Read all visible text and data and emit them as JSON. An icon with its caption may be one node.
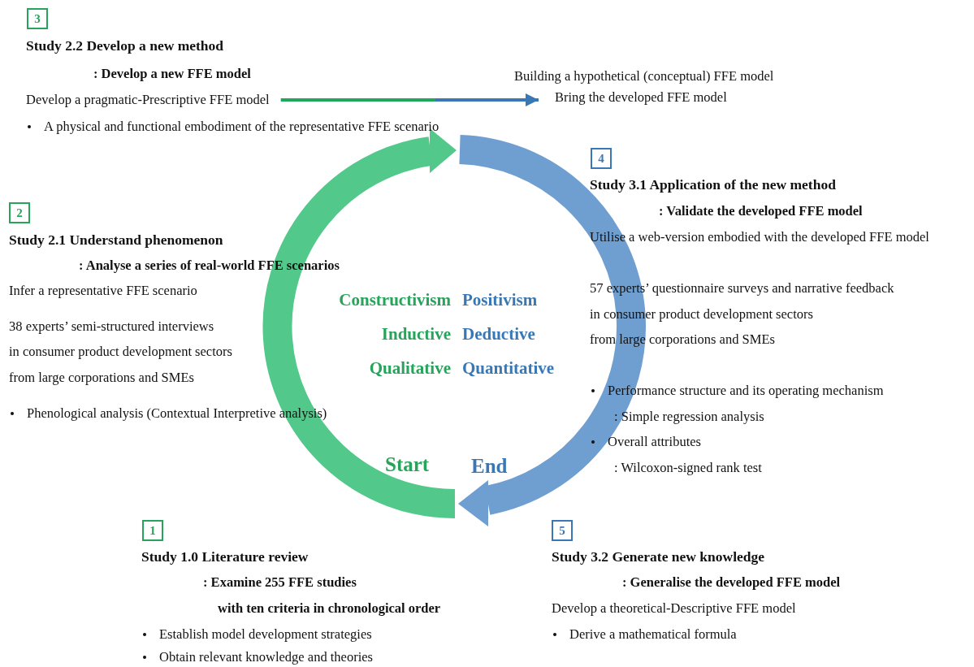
{
  "diagram": {
    "nodes": [
      {
        "text": [
          "3"
        ],
        "beside": [
          "Study 2.2 Develop a new method"
        ]
      },
      {
        "text": [
          "Develop a pragmatic-Prescriptive FFE model"
        ]
      },
      {
        "text": [
          "Bring the developed FFE model"
        ]
      },
      {
        "text": [
          "4"
        ],
        "beside": [
          "Study 3.1 Application of the new method"
        ]
      },
      {
        "text": [
          "2"
        ],
        "beside": [
          "Study 2.1 Understand phenomenon"
        ]
      },
      {
        "text": [
          "1"
        ],
        "beside": [
          "Study 1.0 Literature review"
        ]
      },
      {
        "text": [
          "5"
        ],
        "beside": [
          "Study 3.2 Generate new knowledge"
        ]
      }
    ],
    "edges": [
      {
        "from": 1,
        "to": 2,
        "arrow": "to"
      }
    ],
    "labels": [
      ": Develop a new FFE model",
      "Building a hypothetical (conceptual) FFE model",
      "A physical and functional embodiment of the representative FFE scenario",
      ": Validate the developed FFE model",
      "Utilise a web-version embodied with the developed FFE model",
      "57 experts’ questionnaire surveys and narrative feedback",
      "in consumer product development sectors",
      "from large corporations and SMEs",
      "Performance structure and its operating mechanism",
      ": Simple regression analysis",
      "Overall attributes",
      ": Wilcoxon-signed rank test",
      ": Analyse a series of real-world FFE scenarios",
      "Infer a representative FFE scenario",
      "38 experts’ semi-structured interviews",
      "in consumer product development sectors",
      "from large corporations and SMEs",
      "Phenological analysis (Contextual Interpretive analysis)",
      "Constructivism",
      "Positivism",
      "Inductive",
      "Deductive",
      "Qualitative",
      "Quantitative",
      "Start",
      "End",
      ": Examine 255 FFE studies",
      "with ten criteria in chronological order",
      "Establish model development strategies",
      "Obtain relevant knowledge and theories",
      ": Generalise the developed FFE model",
      "Develop a theoretical-Descriptive FFE model",
      "Derive a mathematical formula"
    ]
  }
}
